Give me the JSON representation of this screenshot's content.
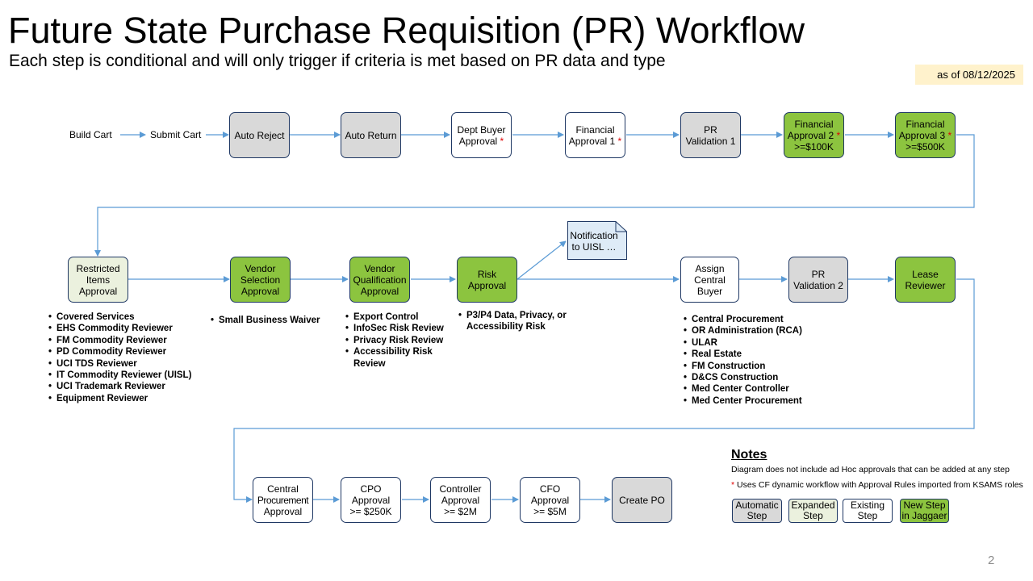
{
  "title": "Future State Purchase Requisition (PR) Workflow",
  "subtitle": "Each step is conditional and will only trigger if criteria is met based on PR data and type",
  "as_of": "as of 08/12/2025",
  "page_number": "2",
  "required_marker": "*",
  "row1": {
    "build_cart": "Build Cart",
    "submit_cart": "Submit Cart",
    "auto_reject": "Auto Reject",
    "auto_return": "Auto Return",
    "dept_buyer": [
      "Dept Buyer",
      "Approval"
    ],
    "fin1": [
      "Financial",
      "Approval 1"
    ],
    "pr_val1": [
      "PR",
      "Validation 1"
    ],
    "fin2": [
      "Financial",
      "Approval 2",
      ">=$100K"
    ],
    "fin3": [
      "Financial",
      "Approval 3",
      ">=$500K"
    ]
  },
  "row2": {
    "restricted": [
      "Restricted",
      "Items",
      "Approval"
    ],
    "vendor_selection": [
      "Vendor",
      "Selection",
      "Approval"
    ],
    "vendor_qual": [
      "Vendor",
      "Qualification",
      "Approval"
    ],
    "risk": [
      "Risk",
      "Approval"
    ],
    "notification": [
      "Notification",
      "to UISL …"
    ],
    "assign_buyer": [
      "Assign",
      "Central",
      "Buyer"
    ],
    "pr_val2": [
      "PR",
      "Validation 2"
    ],
    "lease": [
      "Lease",
      "Reviewer"
    ]
  },
  "row3": {
    "central_proc": [
      "Central",
      "Procurement",
      "Approval"
    ],
    "cpo": [
      "CPO",
      "Approval",
      ">= $250K"
    ],
    "controller": [
      "Controller",
      "Approval",
      ">= $2M"
    ],
    "cfo": [
      "CFO",
      "Approval",
      ">= $5M"
    ],
    "create_po": "Create PO"
  },
  "lists": {
    "restricted": [
      "Covered Services",
      "EHS Commodity Reviewer",
      "FM Commodity Reviewer",
      "PD Commodity Reviewer",
      "UCI TDS Reviewer",
      "IT Commodity Reviewer (UISL)",
      "UCI Trademark Reviewer",
      "Equipment Reviewer"
    ],
    "vendor_selection": [
      "Small Business Waiver"
    ],
    "vendor_qual": [
      "Export Control",
      "InfoSec Risk Review",
      "Privacy Risk Review",
      "Accessibility Risk Review"
    ],
    "risk": [
      "P3/P4 Data, Privacy, or Accessibility Risk"
    ],
    "assign_buyer": [
      "Central Procurement",
      "OR Administration (RCA)",
      "ULAR",
      "Real Estate",
      "FM Construction",
      "D&CS Construction",
      "Med Center Controller",
      "Med Center Procurement"
    ]
  },
  "notes": {
    "heading": "Notes",
    "line1": "Diagram does not include ad Hoc approvals that can be added at any step",
    "line2": "Uses CF dynamic workflow with Approval Rules imported from KSAMS roles"
  },
  "legend": {
    "automatic": [
      "Automatic",
      "Step"
    ],
    "expanded": [
      "Expanded",
      "Step"
    ],
    "existing": [
      "Existing",
      "Step"
    ],
    "new": [
      "New Step",
      "in Jaggaer"
    ]
  },
  "colors": {
    "automatic": "#d9d9d9",
    "new_step": "#8cc43f",
    "expanded": "#ebf1de",
    "existing": "#ffffff",
    "connector": "#5b9bd5",
    "required": "#e00000",
    "date_highlight": "#fff2cc"
  }
}
